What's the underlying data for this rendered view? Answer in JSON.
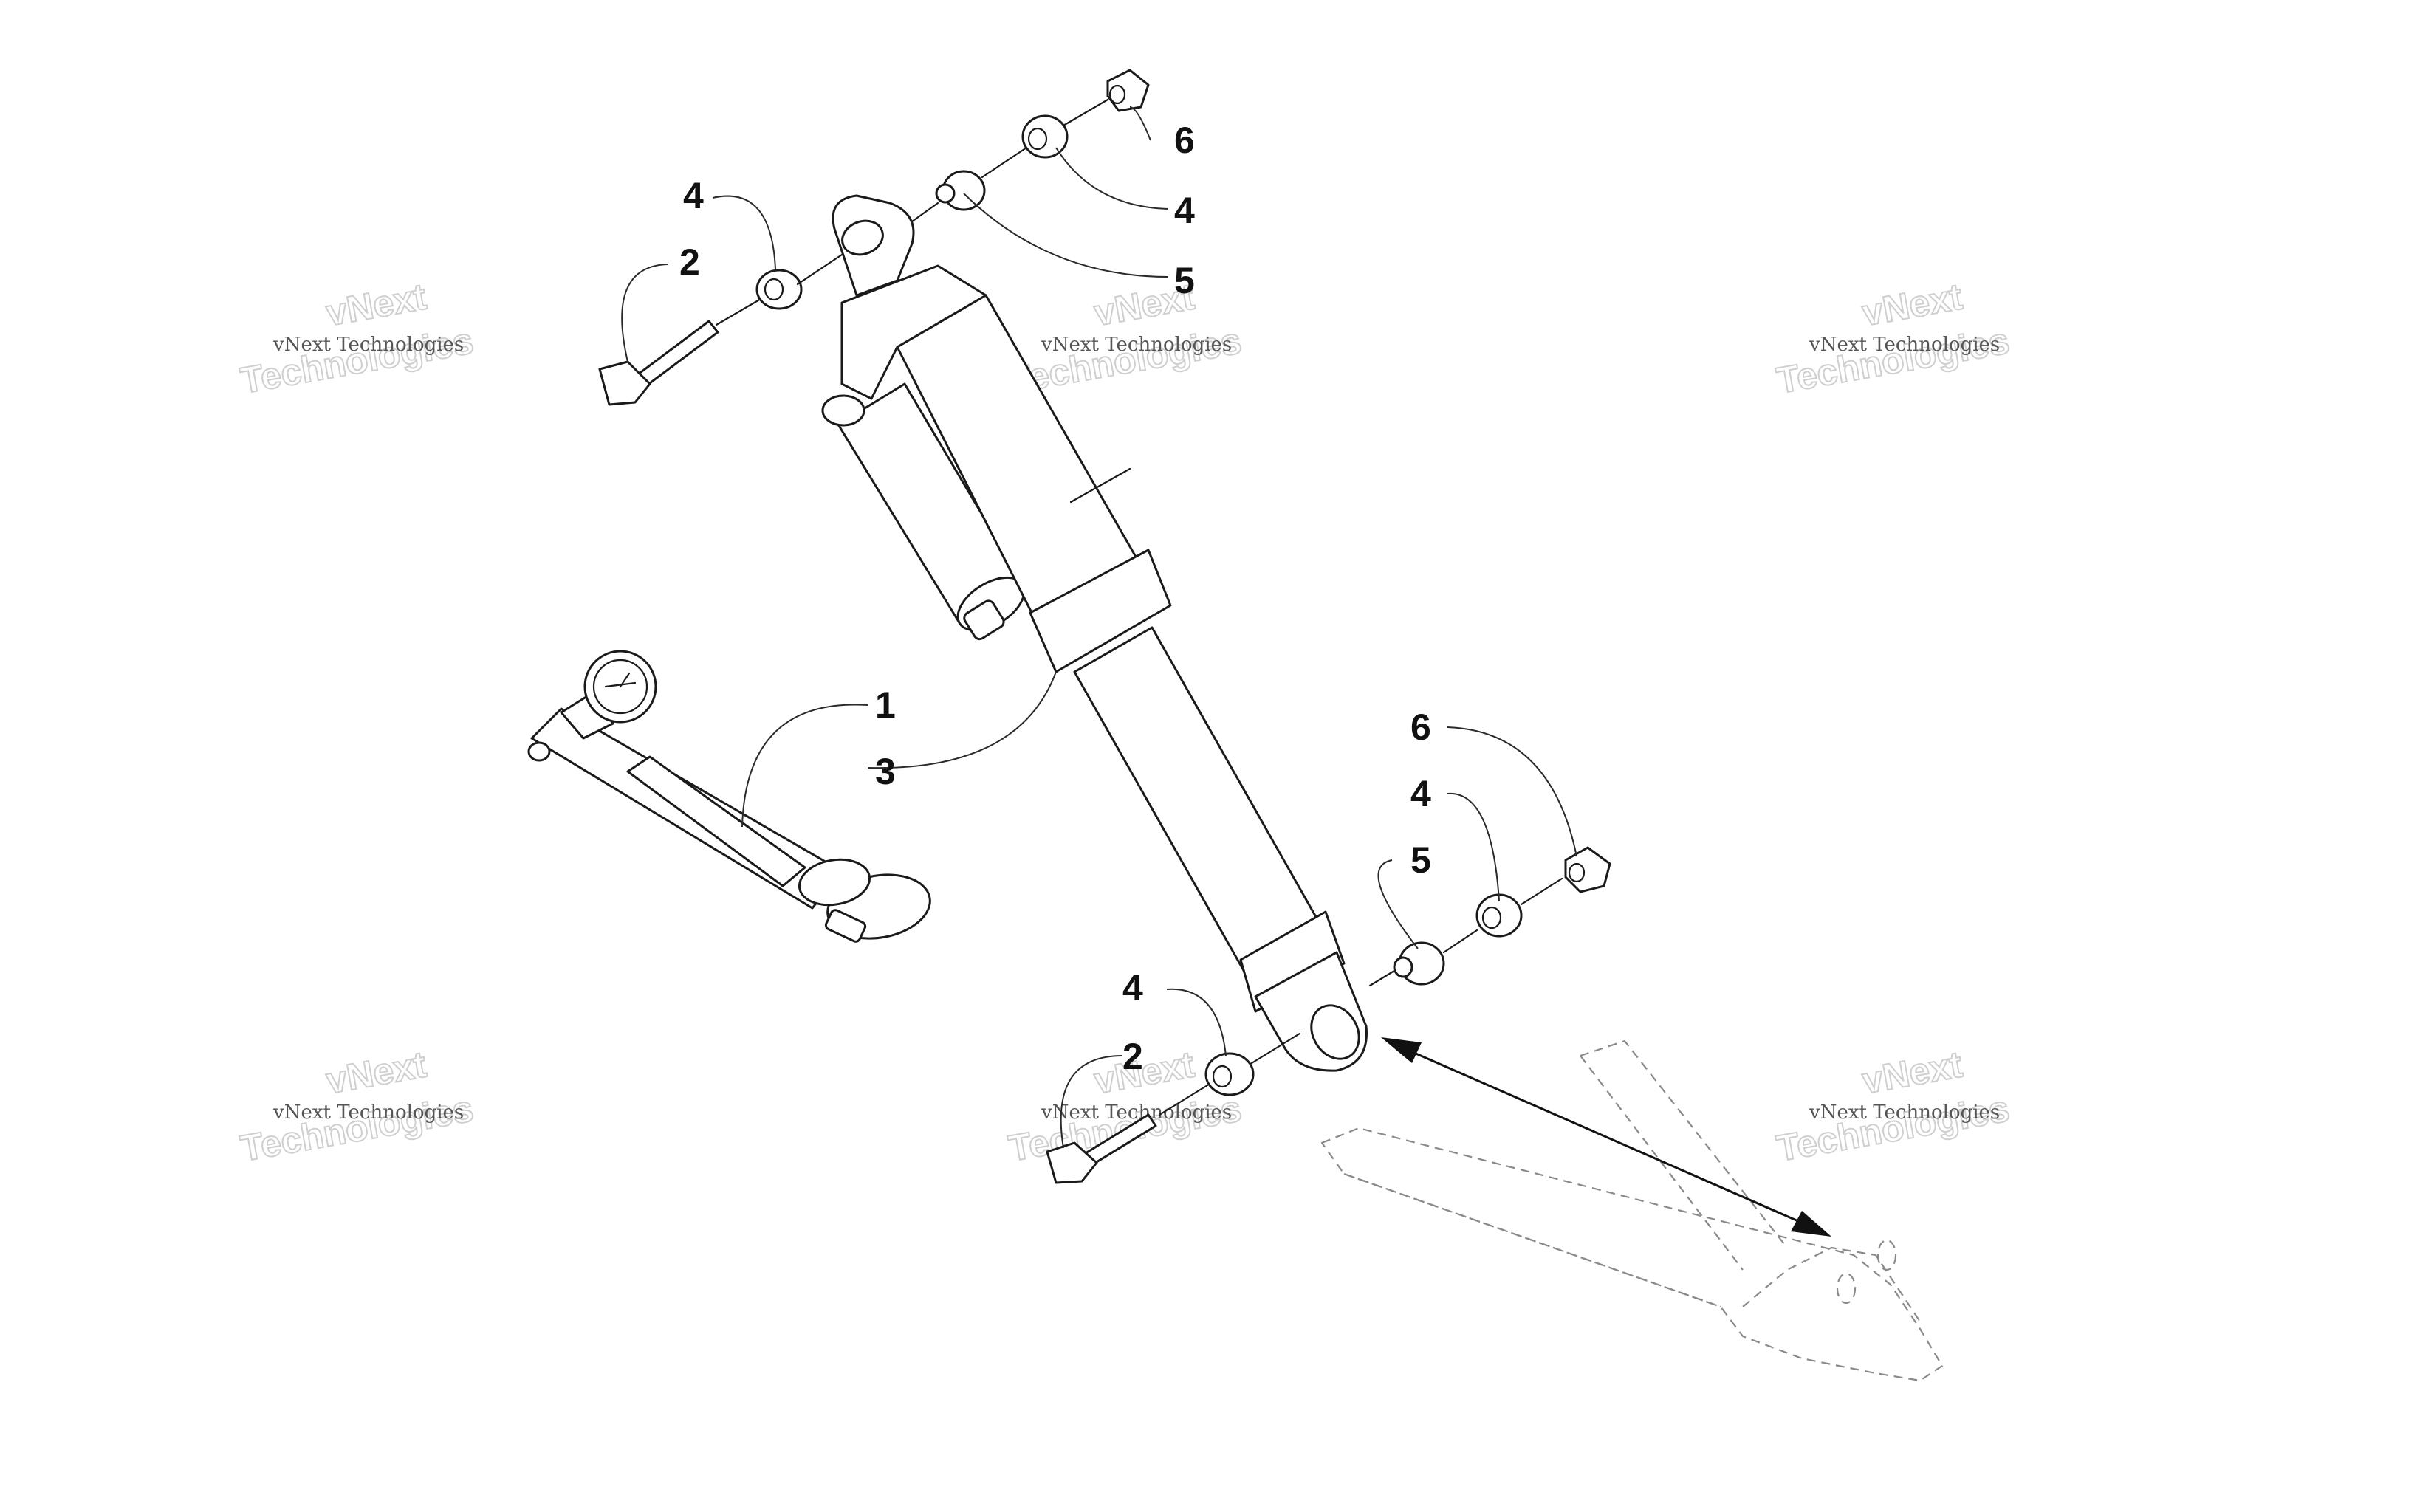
{
  "callouts": {
    "c1": "1",
    "c2_top": "2",
    "c2_bottom": "2",
    "c3": "3",
    "c4_top_left": "4",
    "c4_top_right": "4",
    "c4_bottom_right": "4",
    "c4_bottom_left": "4",
    "c5_top": "5",
    "c5_bottom": "5",
    "c6_top": "6",
    "c6_bottom": "6"
  },
  "watermark": {
    "small": "vNext Technologies",
    "line1": "vNext",
    "line2": "Technologies"
  },
  "colors": {
    "line": "#1a1a1a",
    "ghost": "#8a8a8a",
    "watermark": "#cfcfcf"
  }
}
